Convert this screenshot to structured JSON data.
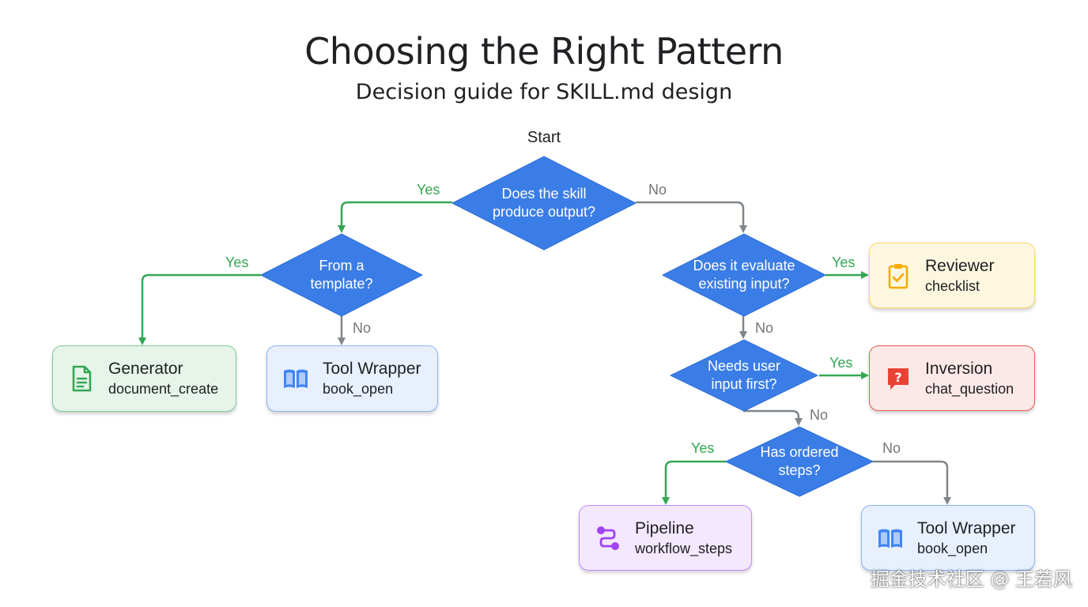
{
  "header": {
    "title": "Choosing the Right Pattern",
    "subtitle": "Decision guide for SKILL.md design"
  },
  "start_label": "Start",
  "decisions": {
    "produce_output": "Does the skill\nproduce output?",
    "from_template": "From a\ntemplate?",
    "evaluate_input": "Does it evaluate\nexisting input?",
    "user_input_first": "Needs user\ninput first?",
    "ordered_steps": "Has ordered\nsteps?"
  },
  "edge_labels": {
    "yes": "Yes",
    "no": "No"
  },
  "outcomes": {
    "generator": {
      "name": "Generator",
      "icon": "document_create"
    },
    "tool_wrapper_left": {
      "name": "Tool Wrapper",
      "icon": "book_open"
    },
    "reviewer": {
      "name": "Reviewer",
      "icon": "checklist"
    },
    "inversion": {
      "name": "Inversion",
      "icon": "chat_question"
    },
    "pipeline": {
      "name": "Pipeline",
      "icon": "workflow_steps"
    },
    "tool_wrapper_right": {
      "name": "Tool Wrapper",
      "icon": "book_open"
    }
  },
  "colors": {
    "decision_fill": "#3b7de6",
    "yes_edge": "#34a853",
    "no_edge": "#80868b",
    "generator": "#e6f4ea",
    "tool_wrapper": "#e8f0fe",
    "reviewer": "#fef7e0",
    "inversion": "#fce8e6",
    "pipeline": "#f3e8fd"
  },
  "watermark": "掘金技术社区 @ 王若风"
}
